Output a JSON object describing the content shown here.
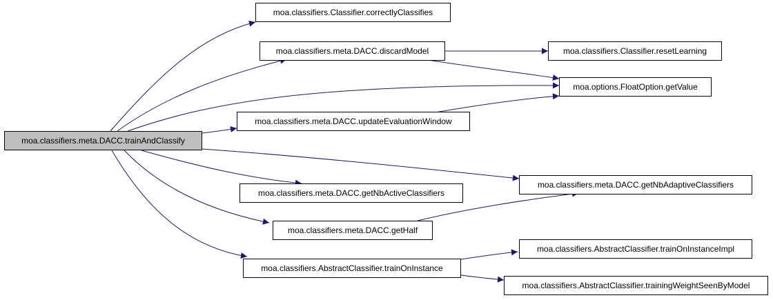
{
  "colors": {
    "edge": "#191970",
    "node_border": "#000000",
    "node_fill": "#ffffff",
    "root_fill": "#bfbfbf"
  },
  "nodes": {
    "root": "moa.classifiers.meta.DACC.trainAndClassify",
    "correctly_classifies": "moa.classifiers.Classifier.correctlyClassifies",
    "discard_model": "moa.classifiers.meta.DACC.discardModel",
    "reset_learning": "moa.classifiers.Classifier.resetLearning",
    "float_option_get_value": "moa.options.FloatOption.getValue",
    "update_evaluation_window": "moa.classifiers.meta.DACC.updateEvaluationWindow",
    "get_nb_adaptive_classifiers": "moa.classifiers.meta.DACC.getNbAdaptiveClassifiers",
    "get_nb_active_classifiers": "moa.classifiers.meta.DACC.getNbActiveClassifiers",
    "get_half": "moa.classifiers.meta.DACC.getHalf",
    "train_on_instance": "moa.classifiers.AbstractClassifier.trainOnInstance",
    "train_on_instance_impl": "moa.classifiers.AbstractClassifier.trainOnInstanceImpl",
    "training_weight_seen_by_model": "moa.classifiers.AbstractClassifier.trainingWeightSeenByModel"
  }
}
